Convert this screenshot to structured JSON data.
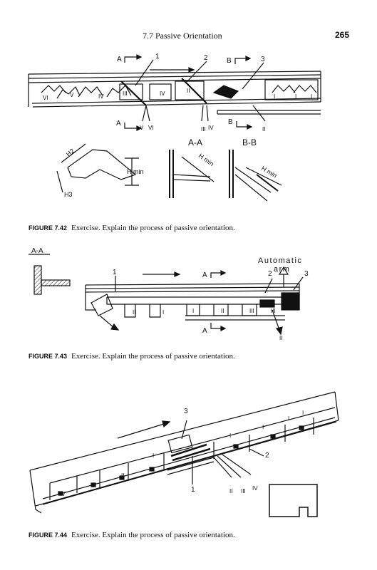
{
  "header": {
    "section_title": "7.7   Passive Orientation",
    "page_number": "265"
  },
  "fig42": {
    "caption_label": "FIGURE 7.42",
    "caption_text": "Exercise. Explain the process of passive orientation.",
    "callouts": [
      "1",
      "2",
      "3"
    ],
    "section_marks": [
      "A",
      "A",
      "B",
      "B"
    ],
    "section_titles": [
      "A-A",
      "B-B"
    ],
    "part_labels": [
      "VI",
      "V",
      "IV",
      "III",
      "IV",
      "II",
      "I",
      "I",
      "I"
    ],
    "exit_labels": [
      "V",
      "VI",
      "III",
      "IV",
      "II"
    ],
    "dimension_labels": [
      "H2",
      "H min",
      "H3",
      "H min",
      "H min"
    ]
  },
  "fig43": {
    "caption_label": "FIGURE 7.43",
    "caption_text": "Exercise. Explain the process of passive orientation.",
    "section_title": "A-A",
    "arm_label_line1": "Automatic",
    "arm_label_line2": "arm",
    "callouts": [
      "1",
      "2",
      "3"
    ],
    "section_marks": [
      "A",
      "A"
    ],
    "part_labels": [
      "II",
      "I",
      "I",
      "II",
      "III",
      "III"
    ],
    "exit_label": "II"
  },
  "fig44": {
    "caption_label": "FIGURE 7.44",
    "caption_text": "Exercise. Explain the process of passive orientation.",
    "callouts": [
      "3",
      "2",
      "1"
    ],
    "part_labels": [
      "IV",
      "III",
      "II",
      "I",
      "I",
      "I",
      "I",
      "I"
    ],
    "exit_labels": [
      "II",
      "III",
      "IV"
    ]
  }
}
